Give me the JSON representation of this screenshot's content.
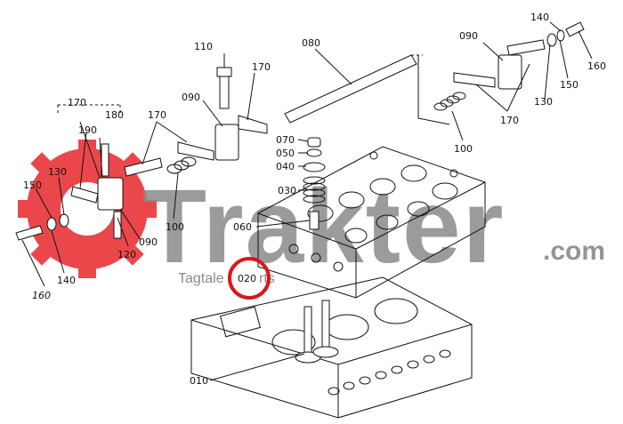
{
  "watermark": {
    "brand": "Trakter",
    "suffix": ".com",
    "tagline": "Tagtale",
    "tagline_tail": "rts",
    "logo_color": "#e8282c",
    "text_color": "#8a8a8a"
  },
  "highlight": {
    "label": "020",
    "ring_color": "#d8161c"
  },
  "callouts": {
    "c010": "010",
    "c030": "030",
    "c040": "040",
    "c050": "050",
    "c060": "060",
    "c070": "070",
    "c080": "080",
    "c090_a": "090",
    "c090_b": "090",
    "c090_c": "090",
    "c100_a": "100",
    "c100_b": "100",
    "c110": "110",
    "c120": "120",
    "c130_a": "130",
    "c130_b": "130",
    "c140_a": "140",
    "c140_b": "140",
    "c150_a": "150",
    "c150_b": "150",
    "c160_a": "160",
    "c160_b": "160",
    "c170_a": "170",
    "c170_b": "170",
    "c170_c": "170",
    "c170_d": "170",
    "c180": "180",
    "c190": "190"
  }
}
